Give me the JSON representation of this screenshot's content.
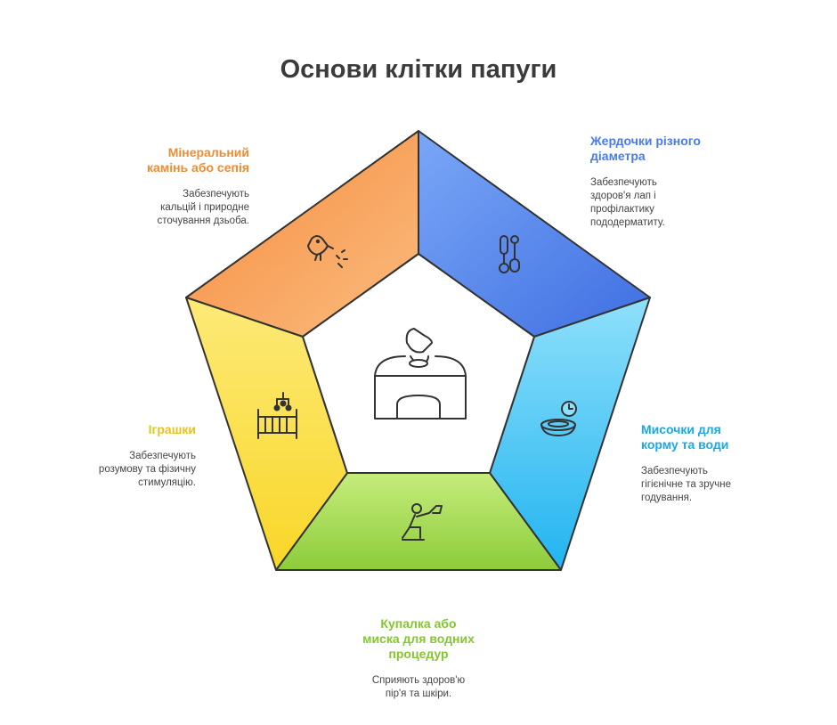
{
  "title": "Основи клітки папуги",
  "colors": {
    "orange": "#f7a05a",
    "blue": "#5c86ec",
    "cyan": "#37c1f2",
    "green": "#9bd447",
    "yellow": "#fbd93e",
    "orange_text": "#f08b33",
    "blue_text": "#4a7bea",
    "cyan_text": "#1aa9e6",
    "green_text": "#84c631",
    "yellow_text": "#e8c21f"
  },
  "items": {
    "mineral": {
      "title_line1": "Мінеральний",
      "title_line2": "камінь або сепія",
      "desc_line1": "Забезпечують",
      "desc_line2": "кальцій і природне",
      "desc_line3": "сточування дзьоба.",
      "icon": "bird-pecking-icon"
    },
    "perches": {
      "title_line1": "Жердочки різного",
      "title_line2": "діаметра",
      "desc_line1": "Забезпечують",
      "desc_line2": "здоров'я лап і",
      "desc_line3": "профілактику",
      "desc_line4": "пододерматиту.",
      "icon": "perches-icon"
    },
    "bowls": {
      "title_line1": "Мисочки для",
      "title_line2": "корму та води",
      "desc_line1": "Забезпечують",
      "desc_line2": "гігієнічне та зручне",
      "desc_line3": "годування.",
      "icon": "bowl-clock-icon"
    },
    "bath": {
      "title_line1": "Купалка або",
      "title_line2": "миска для водних",
      "title_line3": "процедур",
      "desc_line1": "Сприяють здоров'ю",
      "desc_line2": "пір'я та шкіри.",
      "icon": "person-bathing-icon"
    },
    "toys": {
      "title_line1": "Іграшки",
      "desc_line1": "Забезпечують",
      "desc_line2": "розумову та фізичну",
      "desc_line3": "стимуляцію.",
      "icon": "crib-mobile-icon"
    }
  },
  "center_icon": "birdcage-feeder-icon"
}
